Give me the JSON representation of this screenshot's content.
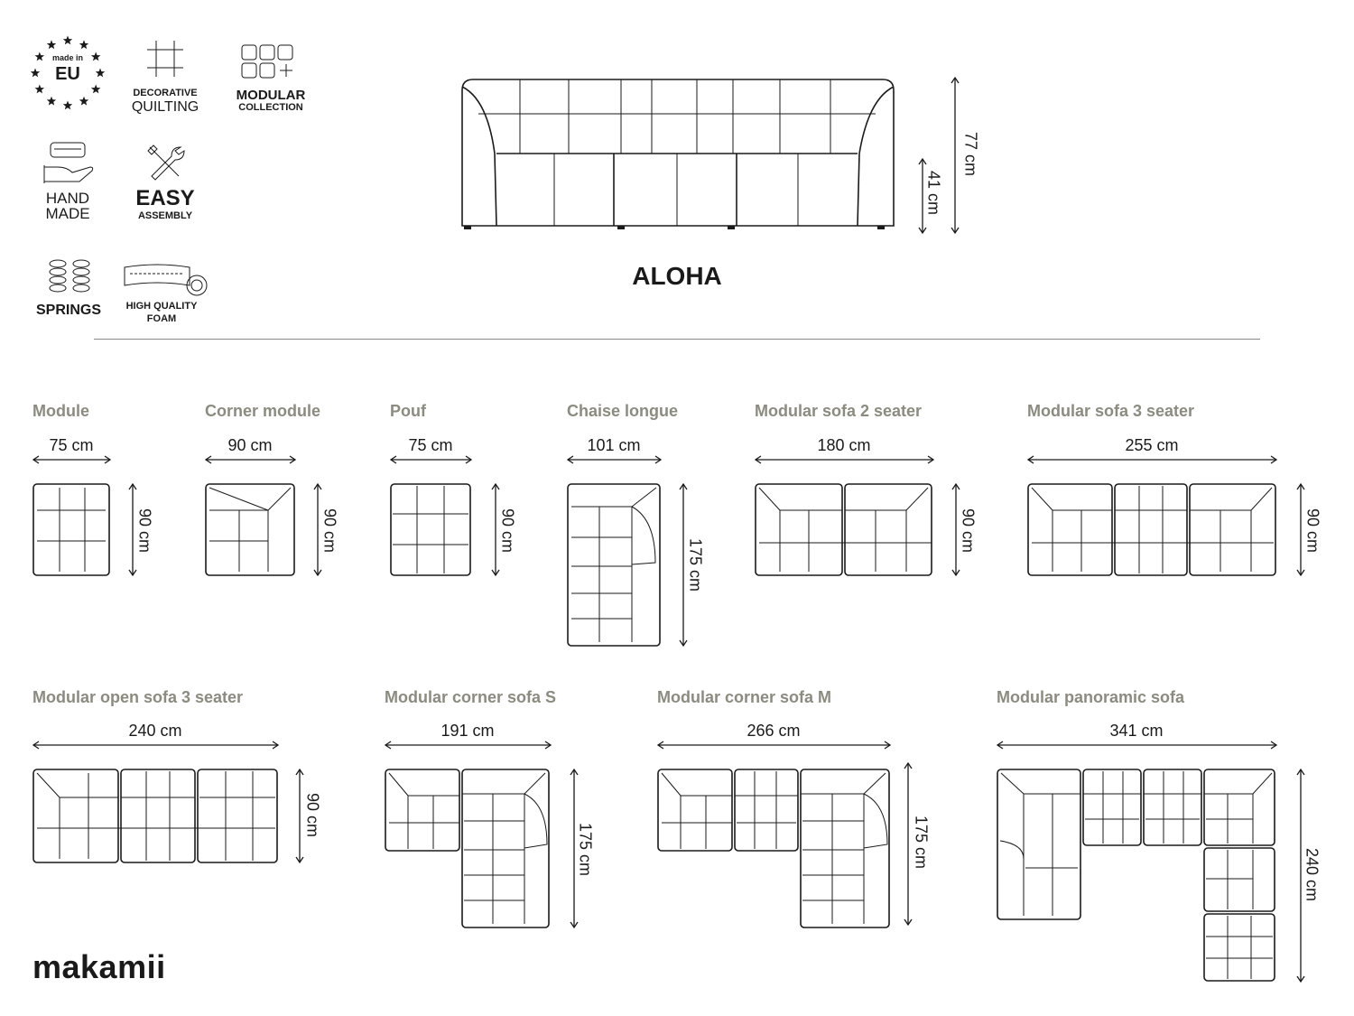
{
  "features": [
    {
      "id": "made-in-eu",
      "line1": "made in",
      "line2": "EU"
    },
    {
      "id": "decorative-quilting",
      "line1": "DECORATIVE",
      "line2": "QUILTING"
    },
    {
      "id": "modular-collection",
      "line1": "MODULAR",
      "line2": "COLLECTION"
    },
    {
      "id": "hand-made",
      "line1": "HAND",
      "line2": "MADE"
    },
    {
      "id": "easy-assembly",
      "line1": "EASY",
      "line2": "ASSEMBLY"
    },
    {
      "id": "springs",
      "line1": "SPRINGS",
      "line2": ""
    },
    {
      "id": "high-quality-foam",
      "line1": "HIGH QUALITY",
      "line2": "FOAM"
    }
  ],
  "product": {
    "name": "ALOHA",
    "height_total": "77 cm",
    "seat_height": "41 cm"
  },
  "modules": [
    {
      "title": "Module",
      "width": "75 cm",
      "depth": "90 cm"
    },
    {
      "title": "Corner module",
      "width": "90 cm",
      "depth": "90 cm"
    },
    {
      "title": "Pouf",
      "width": "75 cm",
      "depth": "90 cm"
    },
    {
      "title": "Chaise longue",
      "width": "101 cm",
      "depth": "175 cm"
    },
    {
      "title": "Modular sofa 2 seater",
      "width": "180 cm",
      "depth": "90 cm"
    },
    {
      "title": "Modular sofa 3 seater",
      "width": "255 cm",
      "depth": "90 cm"
    },
    {
      "title": "Modular open sofa 3 seater",
      "width": "240 cm",
      "depth": "90 cm"
    },
    {
      "title": "Modular corner sofa S",
      "width": "191 cm",
      "depth": "175 cm"
    },
    {
      "title": "Modular corner sofa M",
      "width": "266 cm",
      "depth": "175 cm"
    },
    {
      "title": "Modular panoramic sofa",
      "width": "341 cm",
      "depth": "240 cm"
    }
  ],
  "brand": "makamii",
  "colors": {
    "title_gray": "#8b8b80",
    "line": "#1a1a1a"
  }
}
